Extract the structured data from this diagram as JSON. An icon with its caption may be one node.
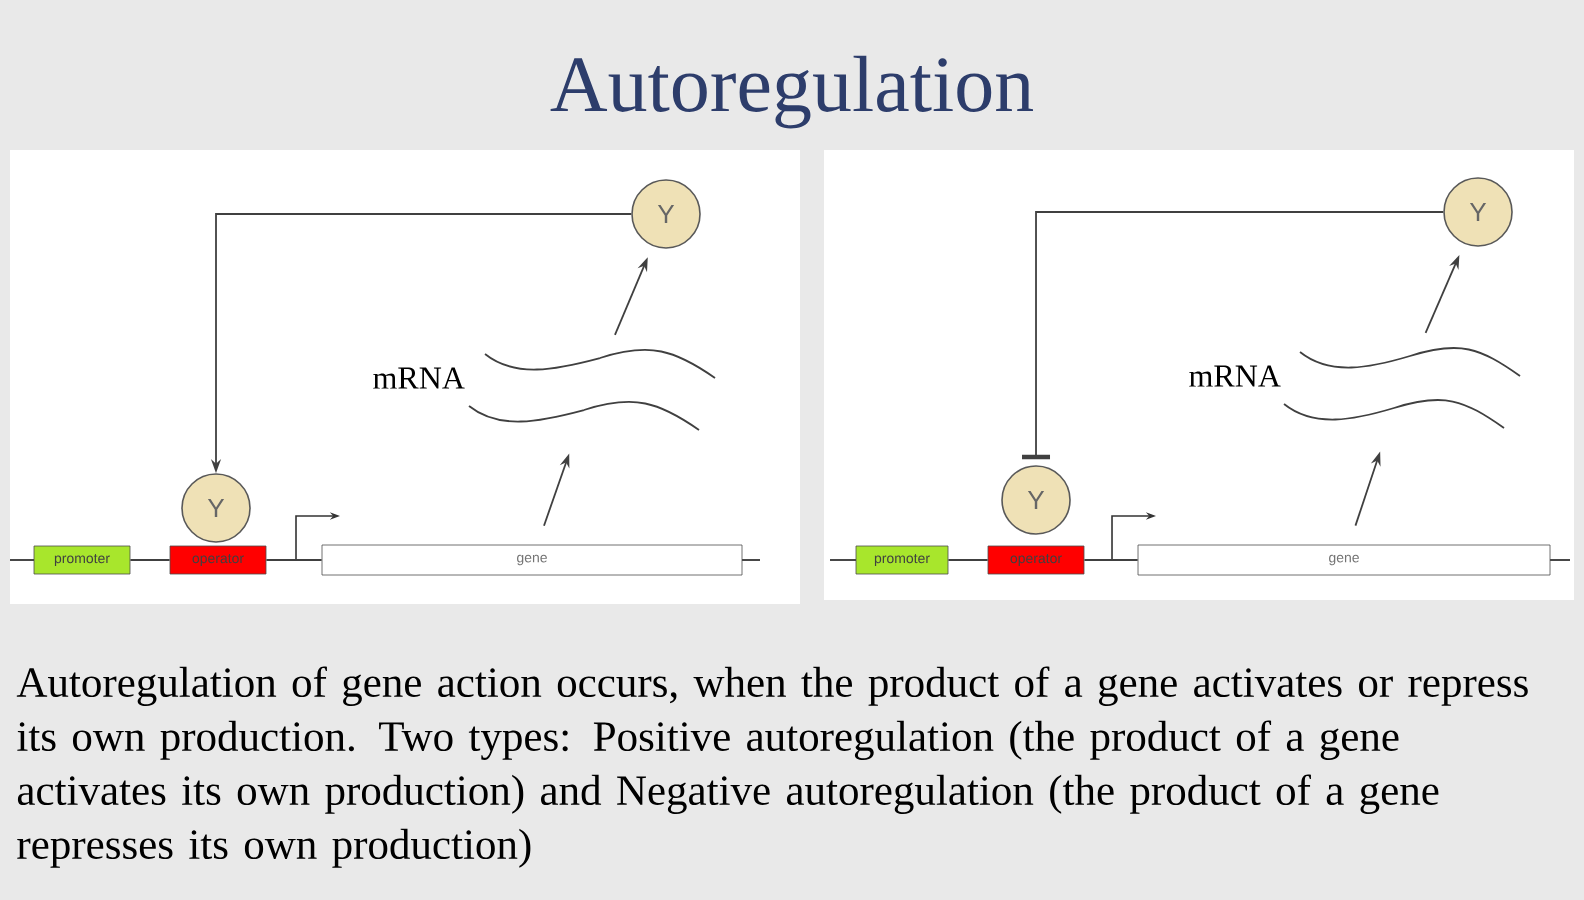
{
  "diagram": {
    "title": "Autoregulation",
    "caption": "Autoregulation of gene action occurs, when the product of a gene activates or repress its own production.  Two types: Positive autoregulation (the product of a gene activates its own production) and Negative autoregulation (the product of a gene represses its own production)",
    "nodes": [
      {
        "text": [
          "promoter"
        ]
      },
      {
        "text": [
          "operator"
        ]
      },
      {
        "text": [
          "gene"
        ]
      },
      {
        "text": [
          "Y"
        ]
      },
      {
        "text": [
          "Y"
        ]
      },
      {
        "text": [],
        "shape": "wave",
        "beside": [
          "mRNA"
        ]
      },
      {
        "text": [
          "promoter"
        ]
      },
      {
        "text": [
          "operator"
        ]
      },
      {
        "text": [
          "gene"
        ]
      },
      {
        "text": [
          "Y"
        ]
      },
      {
        "text": [
          "Y"
        ]
      },
      {
        "text": [],
        "shape": "wave",
        "beside": [
          "mRNA"
        ]
      }
    ],
    "edges": [
      {
        "from": 0,
        "to": 1,
        "arrow": "none"
      },
      {
        "from": 1,
        "to": 2,
        "arrow": "none"
      },
      {
        "from": 4,
        "to": 3,
        "arrow": "to"
      },
      {
        "from": 2,
        "to": 5,
        "arrow": "to"
      },
      {
        "from": 5,
        "to": 4,
        "arrow": "to"
      },
      {
        "from": 6,
        "to": 7,
        "arrow": "none"
      },
      {
        "from": 7,
        "to": 8,
        "arrow": "none"
      },
      {
        "from": 10,
        "to": 9,
        "arrow": "other"
      },
      {
        "from": 8,
        "to": 11,
        "arrow": "to"
      },
      {
        "from": 11,
        "to": 10,
        "arrow": "to"
      }
    ]
  }
}
